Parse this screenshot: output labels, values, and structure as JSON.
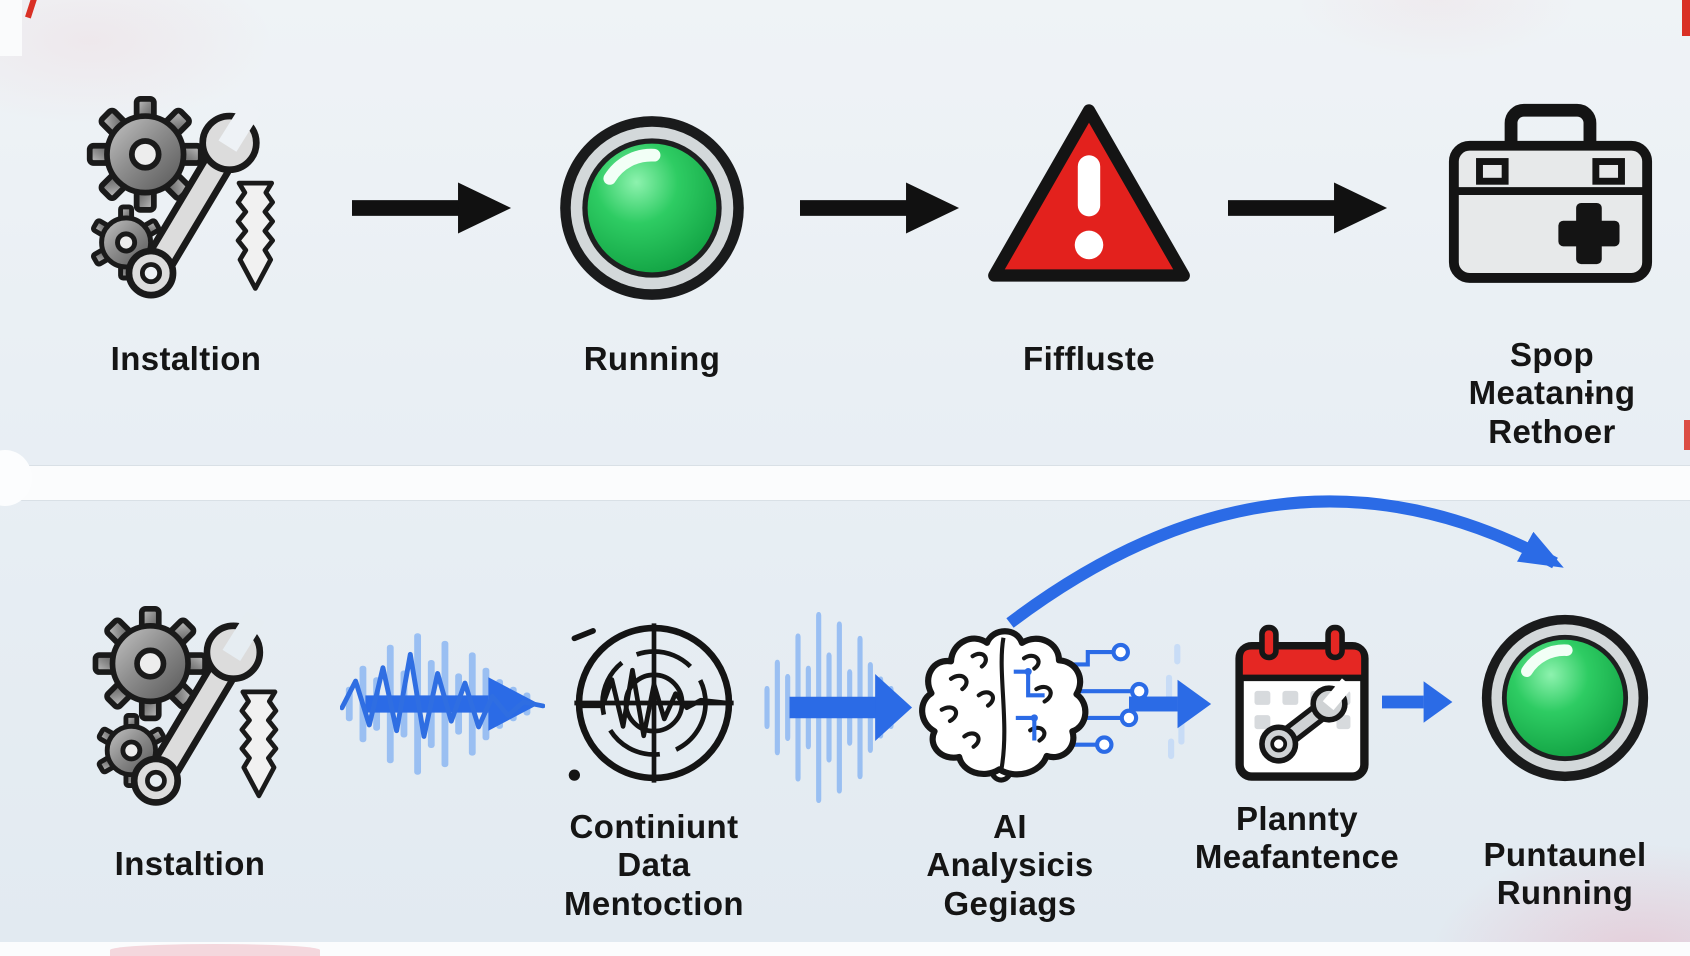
{
  "colors": {
    "background": "#e9eff4",
    "divider": "#fbfcfd",
    "flow_arrow_black": "#111111",
    "flow_arrow_blue": "#2b6be6",
    "signal_bar_blue": "#8db8f3",
    "status_green": "#1fb254",
    "alert_red": "#e3211d",
    "metal_gray": "#8e8e8e",
    "text": "#151515"
  },
  "top_flow": {
    "steps": [
      {
        "id": "installation",
        "label": "Instaltion",
        "icon": "gears-wrench-icon"
      },
      {
        "id": "running",
        "label": "Running",
        "icon": "green-button-icon"
      },
      {
        "id": "failure",
        "label": "Fiffluste",
        "icon": "warning-triangle-icon"
      },
      {
        "id": "repair",
        "label": "Spop Meatanɨng\nRethoer",
        "icon": "toolbox-icon"
      }
    ]
  },
  "bottom_flow": {
    "steps": [
      {
        "id": "installation",
        "label": "Instaltion",
        "icon": "gears-wrench-icon"
      },
      {
        "id": "monitoring",
        "label": "Continiunt\nData\nMentoction",
        "icon": "radar-waveform-icon"
      },
      {
        "id": "ai-analysis",
        "label": "AI\nAnalysicis\nGegiags",
        "icon": "brain-circuit-icon"
      },
      {
        "id": "planned-maintenance",
        "label": "Plannty\nMeafantence",
        "icon": "calendar-wrench-icon"
      },
      {
        "id": "continued-running",
        "label": "Puntaunel\nRunning",
        "icon": "green-button-icon"
      }
    ]
  }
}
